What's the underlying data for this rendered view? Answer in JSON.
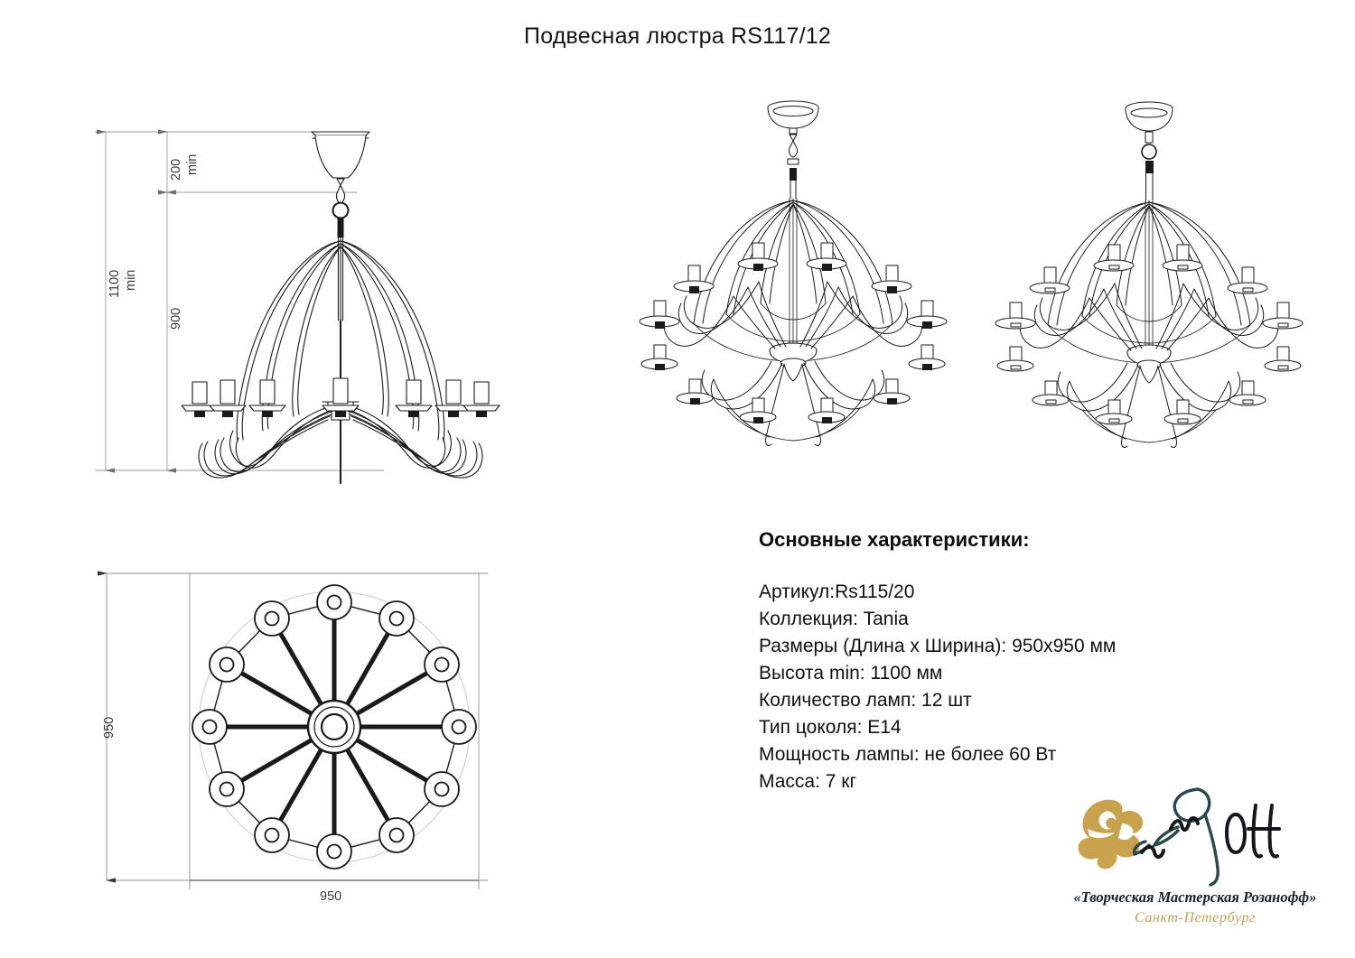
{
  "document": {
    "title": "Подвесная люстра RS117/12"
  },
  "specs": {
    "heading": "Основные характеристики:",
    "lines": [
      "Артикул:Rs115/20",
      "Коллекция: Tania",
      "Размеры (Длина х Ширина): 950х950 мм",
      "Высота min: 1100 мм",
      "Количество ламп: 12 шт",
      "Тип цоколя: E14",
      "Мощность лампы: не более 60 Вт",
      "Масса: 7 кг"
    ]
  },
  "elevation_view": {
    "name": "front-elevation",
    "dimensions": {
      "total_height_value": "1100",
      "total_height_unit": "min",
      "drop_value": "200",
      "drop_unit": "min",
      "body_height_value": "900"
    }
  },
  "plan_view": {
    "name": "bottom-plan",
    "dimensions": {
      "height_value": "950",
      "width_value": "950"
    },
    "arm_count": 12
  },
  "perspective_views": [
    {
      "name": "perspective-view-left"
    },
    {
      "name": "perspective-view-right"
    }
  ],
  "logo": {
    "caption_main": "«Творческая Мастерская Розанофф»",
    "caption_sub": "Санкт-Петербург",
    "rose_color": "#c9a24d",
    "stem_color": "#2a4a4a",
    "script_color": "#14181c"
  },
  "colors": {
    "line": "#1a1a1a",
    "dimension_line": "#8a8a8a",
    "dimension_text": "#3b3b3b",
    "background": "#ffffff",
    "gold": "#c3a258"
  }
}
